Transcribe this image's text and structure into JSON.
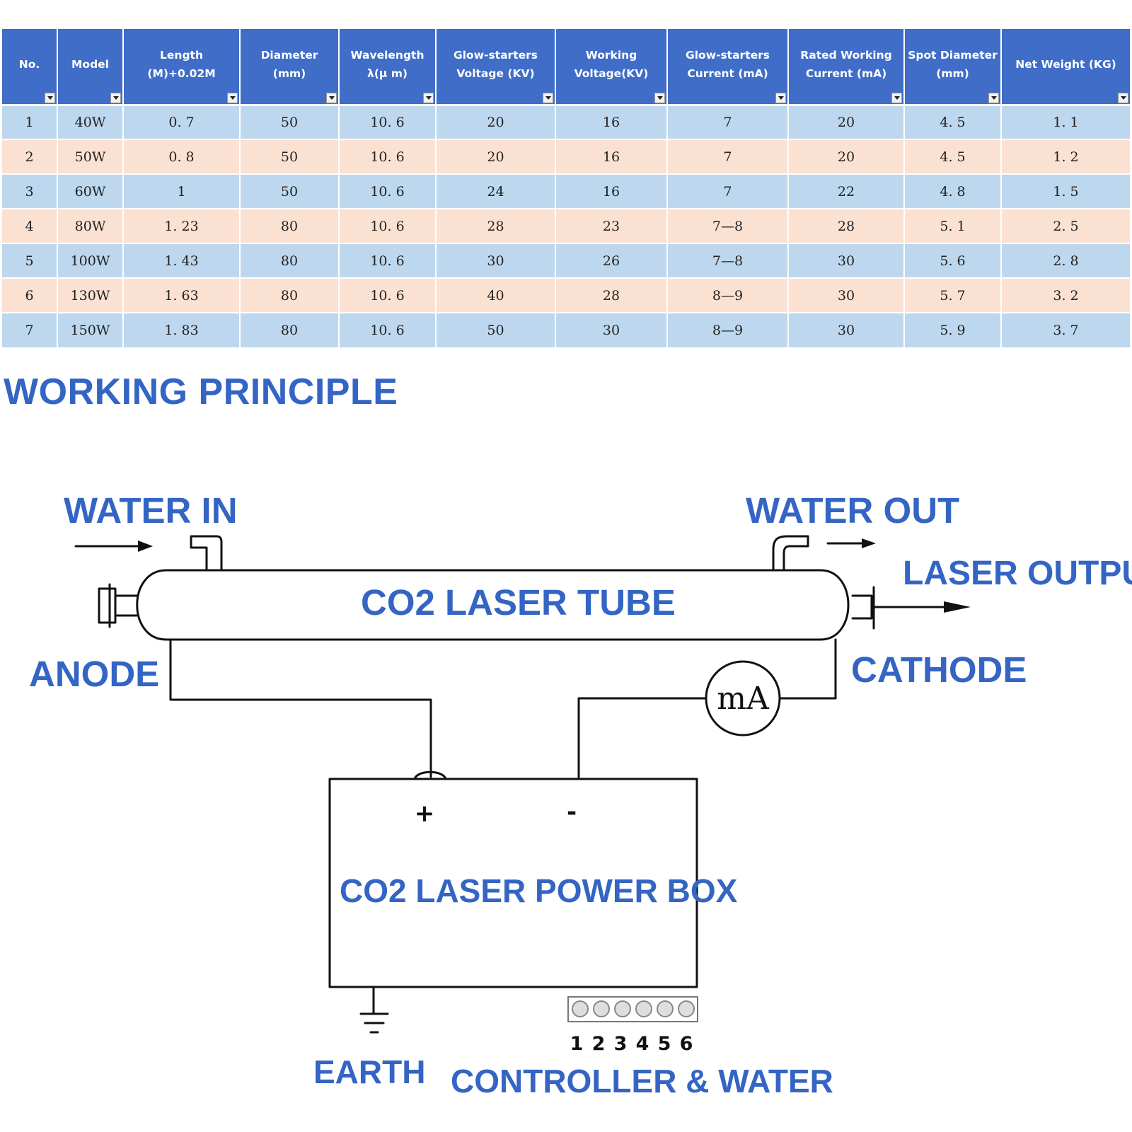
{
  "table": {
    "headers": [
      "No.",
      "Model",
      "Length (M)+0.02M",
      "Diameter (mm)",
      "Wavelength λ(μ m)",
      "Glow-starters Voltage (KV)",
      "Working Voltage(KV)",
      "Glow-starters Current (mA)",
      "Rated Working Current (mA)",
      "Spot Diameter (mm)",
      "Net Weight (KG)"
    ],
    "rows": [
      [
        "1",
        "40W",
        "0. 7",
        "50",
        "10. 6",
        "20",
        "16",
        "7",
        "20",
        "4. 5",
        "1. 1"
      ],
      [
        "2",
        "50W",
        "0. 8",
        "50",
        "10. 6",
        "20",
        "16",
        "7",
        "20",
        "4. 5",
        "1. 2"
      ],
      [
        "3",
        "60W",
        "1",
        "50",
        "10. 6",
        "24",
        "16",
        "7",
        "22",
        "4. 8",
        "1. 5"
      ],
      [
        "4",
        "80W",
        "1. 23",
        "80",
        "10. 6",
        "28",
        "23",
        "7—8",
        "28",
        "5. 1",
        "2. 5"
      ],
      [
        "5",
        "100W",
        "1. 43",
        "80",
        "10. 6",
        "30",
        "26",
        "7—8",
        "30",
        "5. 6",
        "2. 8"
      ],
      [
        "6",
        "130W",
        "1. 63",
        "80",
        "10. 6",
        "40",
        "28",
        "8—9",
        "30",
        "5. 7",
        "3. 2"
      ],
      [
        "7",
        "150W",
        "1. 83",
        "80",
        "10. 6",
        "50",
        "30",
        "8—9",
        "30",
        "5. 9",
        "3. 7"
      ]
    ]
  },
  "section_title": "WORKING PRINCIPLE",
  "diagram": {
    "water_in": "WATER IN",
    "water_out": "WATER OUT",
    "laser_output": "LASER OUTPUT",
    "tube": "CO2 LASER TUBE",
    "anode": "ANODE",
    "cathode": "CATHODE",
    "meter": "mA",
    "plus": "+",
    "minus": "-",
    "power_box": "CO2 LASER POWER BOX",
    "terminals": [
      "1",
      "2",
      "3",
      "4",
      "5",
      "6"
    ],
    "earth": "EARTH",
    "controller": "CONTROLLER & WATER"
  },
  "colors": {
    "header_bg": "#3f6dc8",
    "row_blue": "#bdd7ee",
    "row_peach": "#fbe1d2",
    "label_blue": "#3465c4"
  }
}
